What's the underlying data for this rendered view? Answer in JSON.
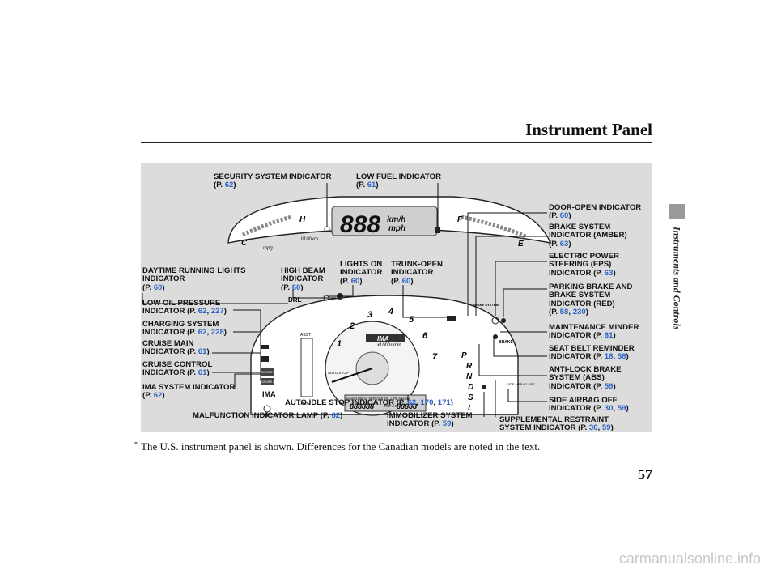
{
  "header": {
    "title": "Instrument Panel"
  },
  "side_tab": {
    "text": "Instruments and Controls"
  },
  "caption": {
    "marker": "*",
    "text": "The U.S. instrument panel is shown. Differences for the Canadian models are noted in the text."
  },
  "page_number": "57",
  "watermark": "carmanualsonline.info",
  "callouts": [
    {
      "id": "security",
      "lines": [
        "SECURITY SYSTEM INDICATOR"
      ],
      "pages": [
        "62"
      ],
      "pline": "(P. "
    },
    {
      "id": "lowfuel",
      "lines": [
        "LOW FUEL INDICATOR"
      ],
      "pages": [
        "61"
      ],
      "pline": "(P. "
    },
    {
      "id": "door",
      "lines": [
        "DOOR-OPEN INDICATOR"
      ],
      "pages": [
        "60"
      ],
      "pline": "(P. "
    },
    {
      "id": "brake_amber",
      "lines": [
        "BRAKE SYSTEM",
        "INDICATOR (AMBER)"
      ],
      "pages": [
        "63"
      ],
      "pline": "(P. "
    },
    {
      "id": "eps",
      "lines": [
        "ELECTRIC POWER",
        "STEERING (EPS)"
      ],
      "pages": [
        "63"
      ],
      "pline": "INDICATOR (P. "
    },
    {
      "id": "parking",
      "lines": [
        "PARKING BRAKE AND",
        "BRAKE SYSTEM",
        "INDICATOR (RED)"
      ],
      "pages": [
        "58",
        "230"
      ],
      "pline": "(P. "
    },
    {
      "id": "maint",
      "lines": [
        "MAINTENANCE MINDER"
      ],
      "pages": [
        "61"
      ],
      "pline": "INDICATOR (P. "
    },
    {
      "id": "seatbelt",
      "lines": [
        "SEAT BELT REMINDER"
      ],
      "pages": [
        "18",
        "58"
      ],
      "pline": "INDICATOR (P. "
    },
    {
      "id": "abs",
      "lines": [
        "ANTI-LOCK BRAKE",
        "SYSTEM (ABS)"
      ],
      "pages": [
        "59"
      ],
      "pline": "INDICATOR (P. "
    },
    {
      "id": "sideairbag",
      "lines": [
        "SIDE AIRBAG OFF"
      ],
      "pages": [
        "30",
        "59"
      ],
      "pline": "INDICATOR (P. "
    },
    {
      "id": "srs",
      "lines": [
        "SUPPLEMENTAL RESTRAINT"
      ],
      "pages": [
        "30",
        "59"
      ],
      "pline": "SYSTEM INDICATOR (P. "
    },
    {
      "id": "immob",
      "lines": [
        "IMMOBILIZER SYSTEM"
      ],
      "pages": [
        "59"
      ],
      "pline": "INDICATOR (P. "
    },
    {
      "id": "mil",
      "lines": [],
      "pages": [
        "62"
      ],
      "pline": "MALFUNCTION INDICATOR LAMP (P. "
    },
    {
      "id": "autoidle",
      "lines": [],
      "pages": [
        "62",
        "170",
        "171"
      ],
      "pline": "AUTO IDLE STOP INDICATOR (P. "
    },
    {
      "id": "ima",
      "lines": [
        "IMA SYSTEM INDICATOR"
      ],
      "pages": [
        "62"
      ],
      "pline": "(P. "
    },
    {
      "id": "cruisectl",
      "lines": [
        "CRUISE CONTROL"
      ],
      "pages": [
        "61"
      ],
      "pline": "INDICATOR (P. "
    },
    {
      "id": "cruisemain",
      "lines": [
        "CRUISE MAIN"
      ],
      "pages": [
        "61"
      ],
      "pline": "INDICATOR (P. "
    },
    {
      "id": "charging",
      "lines": [
        "CHARGING SYSTEM"
      ],
      "pages": [
        "62",
        "228"
      ],
      "pline": "INDICATOR (P. "
    },
    {
      "id": "oil",
      "lines": [
        "LOW OIL PRESSURE"
      ],
      "pages": [
        "62",
        "227"
      ],
      "pline": "INDICATOR (P. "
    },
    {
      "id": "drl",
      "lines": [
        "DAYTIME RUNNING LIGHTS",
        "INDICATOR"
      ],
      "pages": [
        "60"
      ],
      "pline": "(P. "
    },
    {
      "id": "highbeam",
      "lines": [
        "HIGH BEAM",
        "INDICATOR"
      ],
      "pages": [
        "60"
      ],
      "pline": "(P. "
    },
    {
      "id": "lights",
      "lines": [
        "LIGHTS ON",
        "INDICATOR"
      ],
      "pages": [
        "60"
      ],
      "pline": "(P. "
    },
    {
      "id": "trunk",
      "lines": [
        "TRUNK-OPEN",
        "INDICATOR"
      ],
      "pages": [
        "60"
      ],
      "pline": "(P. "
    }
  ],
  "dash": {
    "speed_digits": "888",
    "speed_unit_top": "km/h",
    "speed_unit_bot": "mph",
    "fuel_econ_unit": "l/100km",
    "mpg_label": "mpg",
    "fuel_e": "E",
    "fuel_f": "F",
    "temp_c": "C",
    "temp_h": "H",
    "drl_text": "DRL",
    "ima_text": "IMA",
    "brake_text": "BRAKE",
    "brake_system_text": "BRAKE SYSTEM",
    "gears": [
      "P",
      "R",
      "N",
      "D",
      "S",
      "L"
    ],
    "tach_numbers": [
      "1",
      "2",
      "3",
      "4",
      "5",
      "6",
      "7"
    ],
    "tach_unit": "x1000r/min",
    "odo_text": "mpg/l/100km/l SERVICE OIL LIFE %km/mi",
    "odo_digits": "888888",
    "trip_digits": "88888",
    "trip_label": "TRIP A B",
    "assist": "ASST",
    "chrg": "CHRG",
    "cruise_main": "CRUISE MAIN",
    "cruise_control": "CRUISE CONTROL",
    "side_airbag_text": "SIDE AIRBAG OFF",
    "auto_stop": "AUTO STOP"
  }
}
